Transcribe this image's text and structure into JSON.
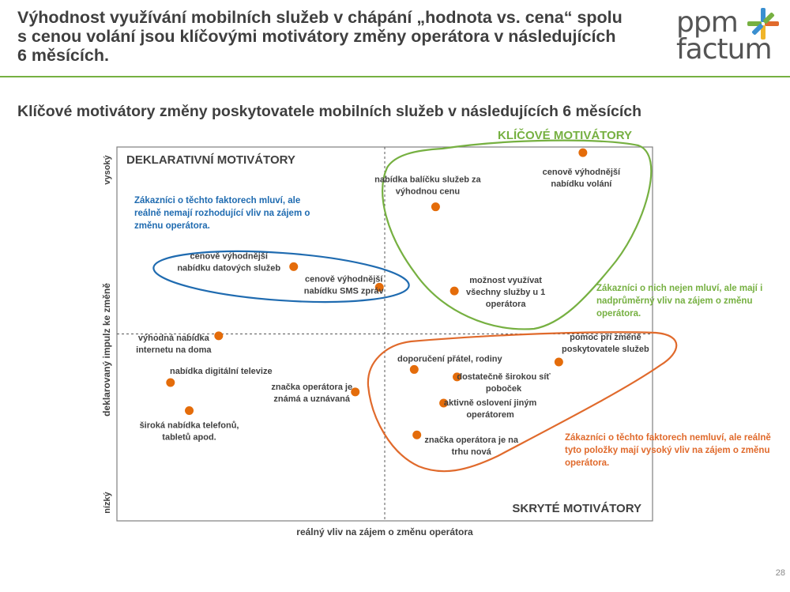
{
  "header": {
    "title_line1": "Výhodnost využívání mobilních služeb v chápání „hodnota vs. cena“ spolu",
    "title_line2": "s cenou volání jsou klíčovými motivátory změny operátora v následujících",
    "title_line3": "6 měsících.",
    "logo_line1": "ppm",
    "logo_line2": "factum"
  },
  "subtitle": "Klíčové motivátory změny poskytovatele mobilních služeb v následujících 6 měsících",
  "page_number": "28",
  "colors": {
    "green": "#76b041",
    "blue": "#1f6bb0",
    "orange": "#e06a2c",
    "dot": "#e46c0a",
    "text": "#404040"
  },
  "chart_data": {
    "type": "scatter",
    "x_axis_label": "reálný vliv na zájem o změnu operátora",
    "y_axis_label": "deklarovaný impulz ke změně",
    "y_high_label": "vysoký",
    "y_low_label": "nízký",
    "xlim": [
      0,
      100
    ],
    "ylim": [
      0,
      100
    ],
    "divider_x": 50,
    "divider_y": 50,
    "quadrants": {
      "top_left": "DEKLARATIVNÍ MOTIVÁTORY",
      "top_right": "KLÍČOVÉ MOTIVÁTORY",
      "bottom_right": "SKRYTÉ MOTIVÁTORY"
    },
    "annotations": {
      "blue": [
        "Zákazníci o těchto faktorech mluví, ale",
        "reálně nemají rozhodující vliv na zájem o",
        "změnu operátora."
      ],
      "green": [
        "Zákazníci o nich nejen mluví, ale mají i",
        "nadprůměrný vliv na zájem o změnu",
        "operátora."
      ],
      "orange": [
        "Zákazníci o těchto faktorech nemluví, ale reálně",
        "tyto položky mají vysoký vliv na zájem o změnu",
        "operátora."
      ]
    },
    "points": [
      {
        "label": [
          "cenově výhodnější",
          "nabídku volání"
        ],
        "x": 87.0,
        "y": 98.5
      },
      {
        "label": [
          "nabídka balíčku služeb za",
          "výhodnou cenu"
        ],
        "x": 59.5,
        "y": 84.0
      },
      {
        "label": [
          "cenově výhodnější",
          "nabídku datových služeb"
        ],
        "x": 33.0,
        "y": 68.0
      },
      {
        "label": [
          "cenově výhodnější",
          "nabídku SMS zpráv"
        ],
        "x": 49.0,
        "y": 62.5
      },
      {
        "label": [
          "možnost využívat",
          "všechny služby u 1",
          "operátora"
        ],
        "x": 63.0,
        "y": 61.5
      },
      {
        "label": [
          "výhodná nabídka",
          "internetu na doma"
        ],
        "x": 19.0,
        "y": 49.5
      },
      {
        "label": [
          "pomoc při změně",
          "poskytovatele služeb"
        ],
        "x": 82.5,
        "y": 42.5
      },
      {
        "label": [
          "doporučení přátel, rodiny"
        ],
        "x": 55.5,
        "y": 40.5
      },
      {
        "label": [
          "dostatečně širokou síť",
          "poboček"
        ],
        "x": 63.5,
        "y": 38.5
      },
      {
        "label": [
          "nabídka digitální televize"
        ],
        "x": 10.0,
        "y": 37.0
      },
      {
        "label": [
          "značka operátora je",
          "známá a uznávaná"
        ],
        "x": 44.5,
        "y": 34.5
      },
      {
        "label": [
          "aktivně oslovení jiným",
          "operátorem"
        ],
        "x": 61.0,
        "y": 31.5
      },
      {
        "label": [
          "široká nabídka telefonů,",
          "tabletů apod."
        ],
        "x": 13.5,
        "y": 29.5
      },
      {
        "label": [
          "značka operátora je na",
          "trhu nová"
        ],
        "x": 56.0,
        "y": 23.0
      }
    ]
  }
}
